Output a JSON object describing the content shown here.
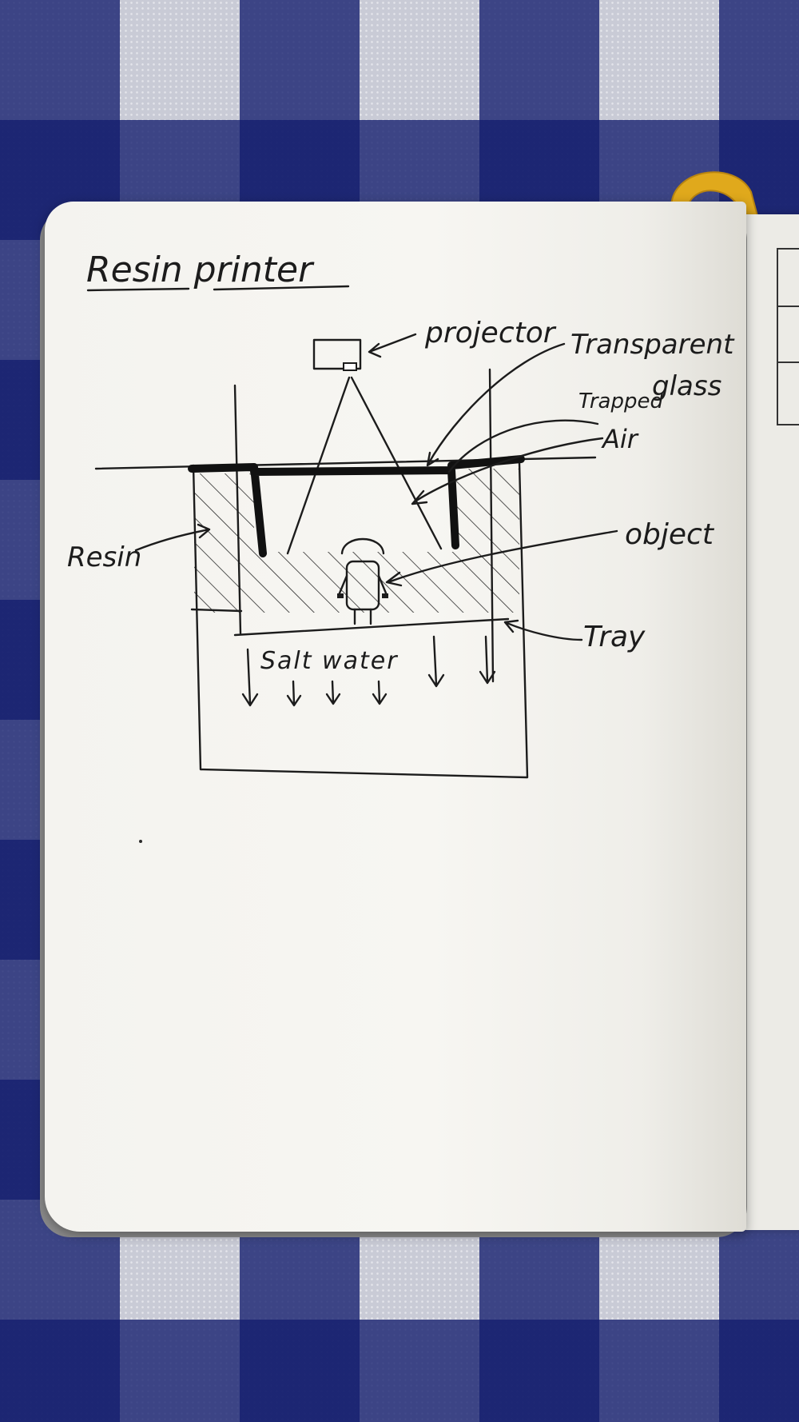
{
  "title": "Resin printer",
  "labels": {
    "projector": "projector",
    "transparent_glass": "Transparent glass",
    "transparent_glass_line1": "Transparent",
    "transparent_glass_line2": "glass",
    "trapped_air_line1": "Trapped",
    "trapped_air_line2": "Air",
    "object": "object",
    "resin": "Resin",
    "tray": "Tray",
    "salt_water": "Salt water"
  },
  "colors": {
    "ink": "#1c1c1c",
    "paper": "#f6f5f1",
    "cloth_blue": "#1e2a78",
    "bookmark": "#e0a91c"
  }
}
